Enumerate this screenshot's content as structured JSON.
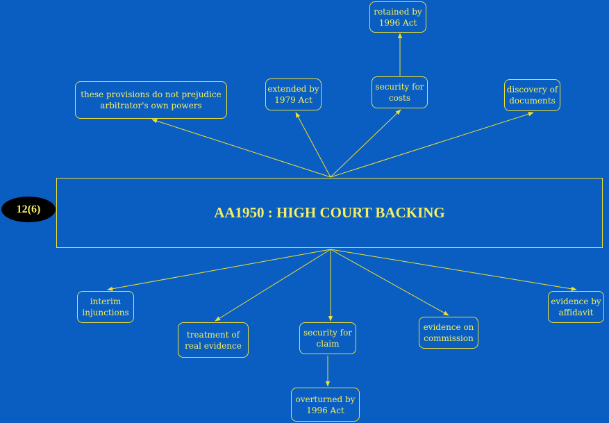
{
  "badge": {
    "label": "12(6)"
  },
  "center": {
    "label": "AA1950 : HIGH COURT BACKING"
  },
  "nodes": {
    "own_powers": "these provisions do not prejudice\narbitrator's own powers",
    "extended": "extended by\n1979 Act",
    "security_costs": "security for\ncosts",
    "retained": "retained by\n1996 Act",
    "discovery": "discovery of\ndocuments",
    "interim": "interim\ninjunctions",
    "real_evidence": "treatment of\nreal evidence",
    "security_claim": "security for\nclaim",
    "overturned": "overturned by\n1996 Act",
    "commission": "evidence on\ncommission",
    "affidavit": "evidence by\naffidavit"
  },
  "colors": {
    "background": "#0a5ec2",
    "line": "#f0e030",
    "text": "#f4ee60",
    "badge_bg": "#000000"
  }
}
